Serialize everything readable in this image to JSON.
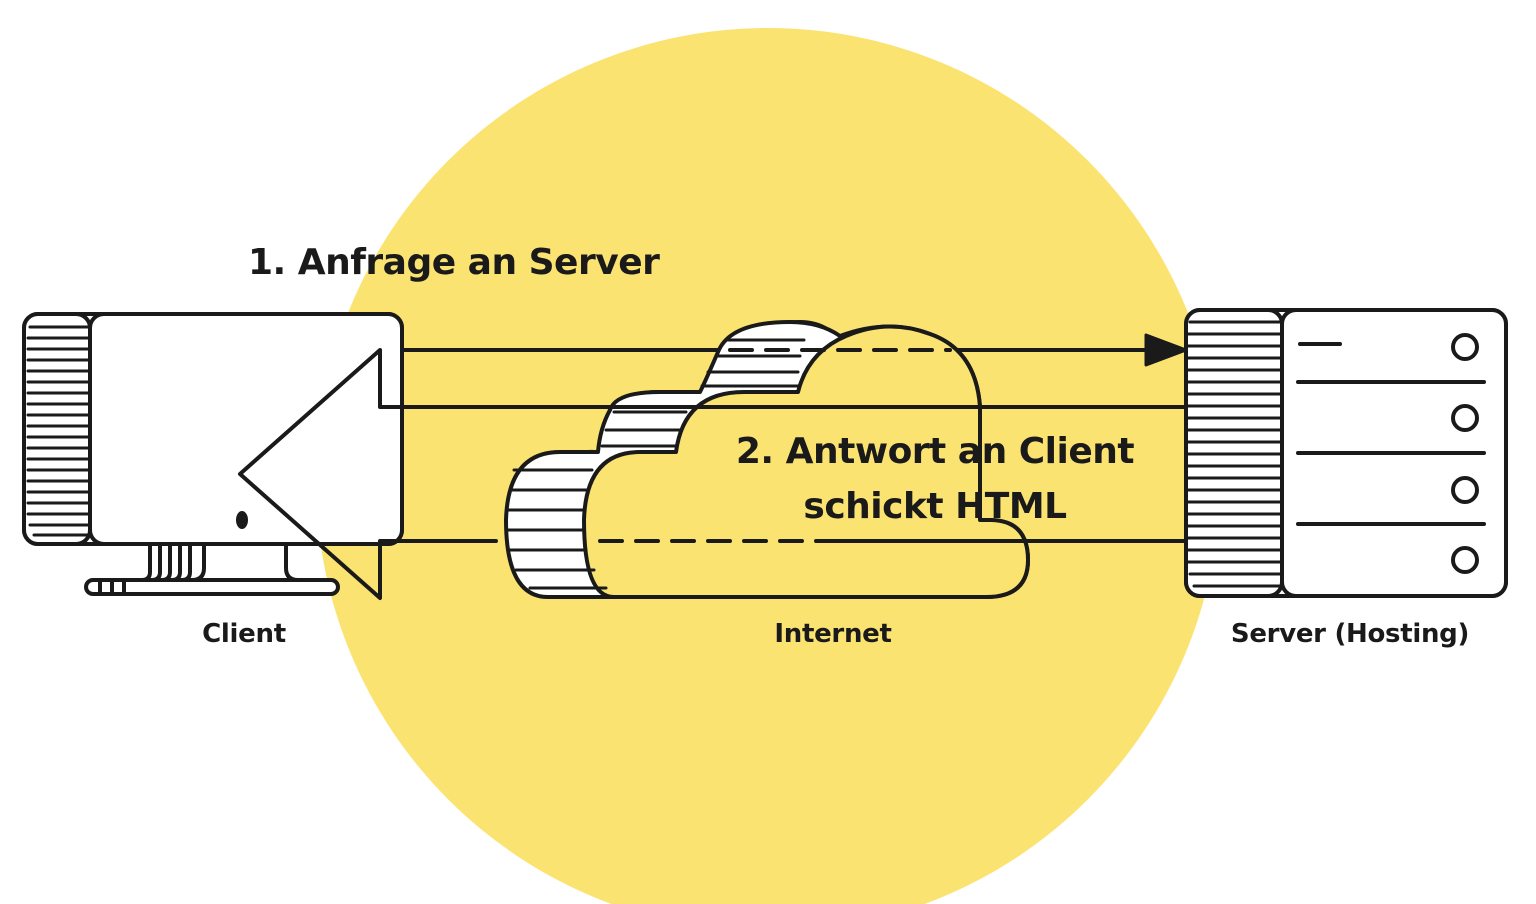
{
  "colors": {
    "background": "#ffffff",
    "circle": "#fbe372",
    "line": "#1a1a1a"
  },
  "labels": {
    "request": "1. Anfrage an Server",
    "response_line1": "2. Antwort an Client",
    "response_line2": "schickt HTML",
    "client": "Client",
    "internet": "Internet",
    "server": "Server (Hosting)"
  },
  "icons": [
    "computer-icon",
    "cloud-icon",
    "server-icon"
  ]
}
